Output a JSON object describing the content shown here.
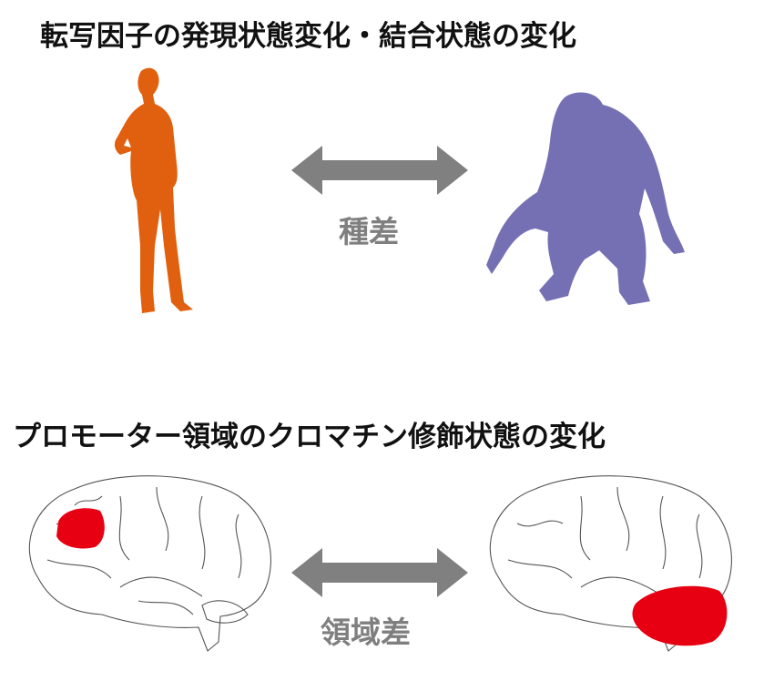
{
  "top_section": {
    "title": "転写因子の発現状態変化・結合状態の変化",
    "comparison_label": "種差"
  },
  "bottom_section": {
    "title": "プロモーター領域のクロマチン修飾状態の変化",
    "comparison_label": "領域差"
  },
  "colors": {
    "human": "#E06010",
    "chimpanzee": "#7570B3",
    "arrow": "#808080",
    "highlight_region": "#E60012"
  }
}
